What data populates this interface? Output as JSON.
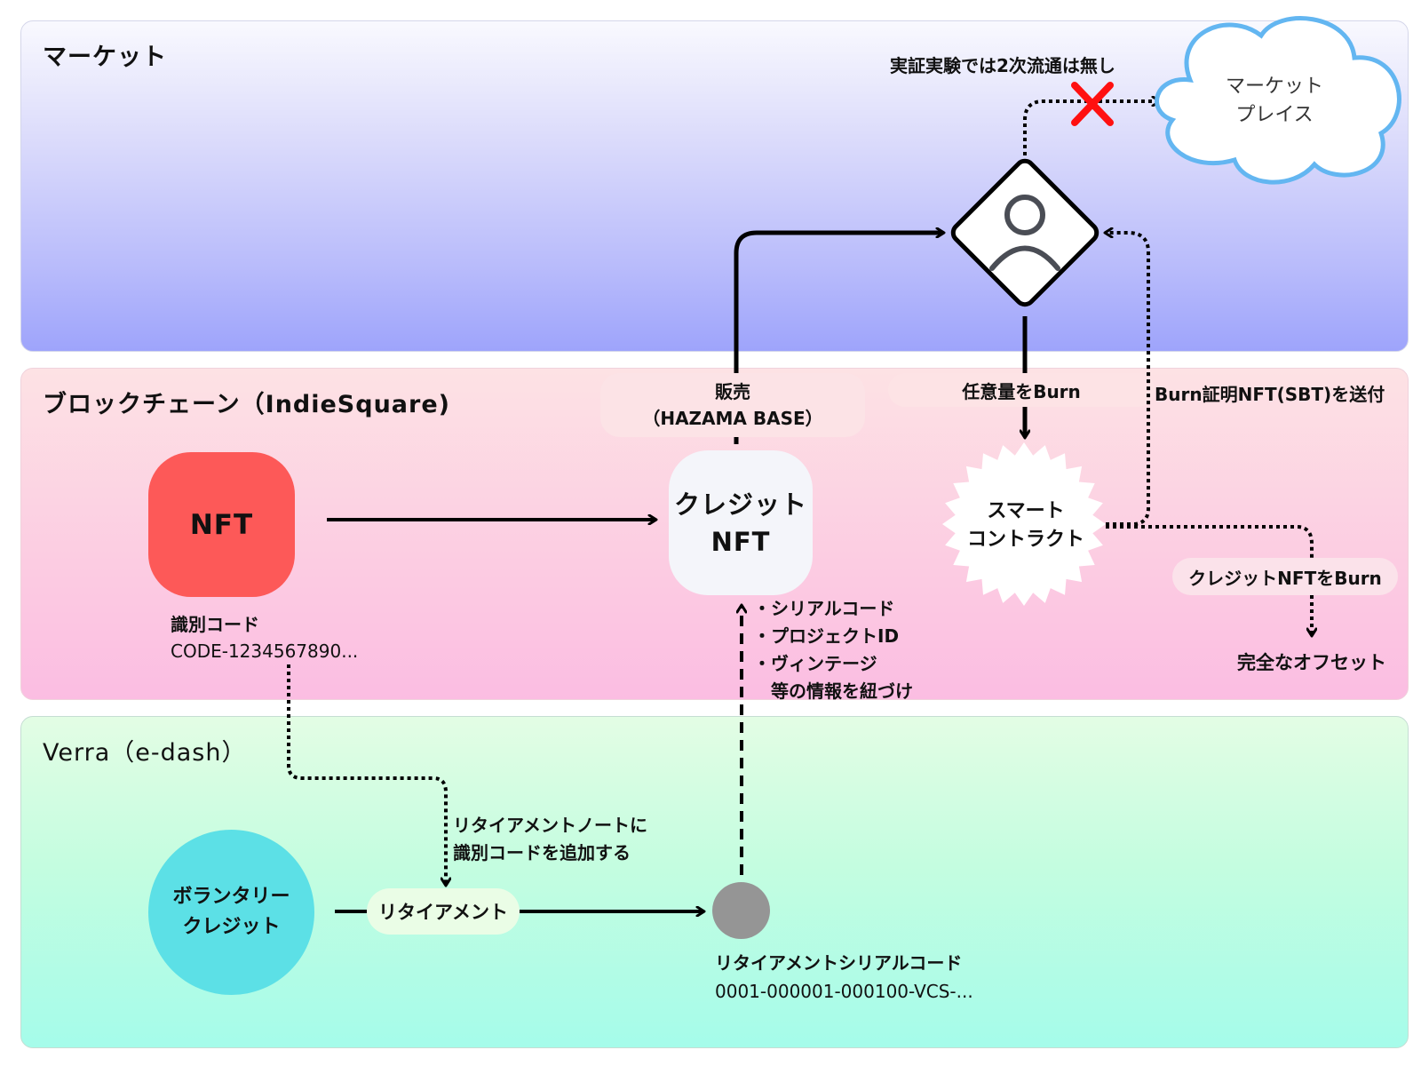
{
  "lanes": {
    "market": {
      "title": "マーケット",
      "color_top": "#f9f9fe",
      "color_bottom": "#9ea4fb"
    },
    "blockchain": {
      "title": "ブロックチェーン（IndieSquare)",
      "color_top": "#fde2e4",
      "color_bottom": "#fbbde2"
    },
    "verra": {
      "title": "Verra（e-dash）",
      "color_top": "#e3fde4",
      "color_bottom": "#a5fcea"
    }
  },
  "market": {
    "no_secondary_note": "実証実験では2次流通は無し",
    "marketplace": {
      "line1": "マーケット",
      "line2": "プレイス",
      "border_color": "#63b6f1"
    },
    "blocked_icon_color": "#ff1010",
    "user_node": {
      "icon": "user-icon"
    }
  },
  "blockchain": {
    "nft": {
      "label": "NFT",
      "color": "#fd5958"
    },
    "identifier": {
      "label": "識別コード",
      "value": "CODE-1234567890..."
    },
    "credit_nft": {
      "line1": "クレジット",
      "line2": "NFT",
      "color": "#f4f5fa"
    },
    "sale": {
      "line1": "販売",
      "line2": "（HAZAMA BASE）"
    },
    "burn_any": "任意量をBurn",
    "burn_proof": "Burn証明NFT(SBT)を送付",
    "smart_contract": {
      "line1": "スマート",
      "line2": "コントラクト"
    },
    "credit_nft_burn": "クレジットNFTをBurn",
    "full_offset": "完全なオフセット",
    "linked_info": {
      "items": [
        "・シリアルコード",
        "・プロジェクトID",
        "・ヴィンテージ"
      ],
      "footer": "等の情報を紐づけ"
    }
  },
  "verra": {
    "voluntary_credit": {
      "line1": "ボランタリー",
      "line2": "クレジット",
      "color": "#5ce0e6"
    },
    "retirement": "リタイアメント",
    "add_code_note": {
      "line1": "リタイアメントノートに",
      "line2": "識別コードを追加する"
    },
    "serial": {
      "label": "リタイアメントシリアルコード",
      "value": "0001-000001-000100-VCS-...",
      "dot_color": "#959595"
    }
  }
}
